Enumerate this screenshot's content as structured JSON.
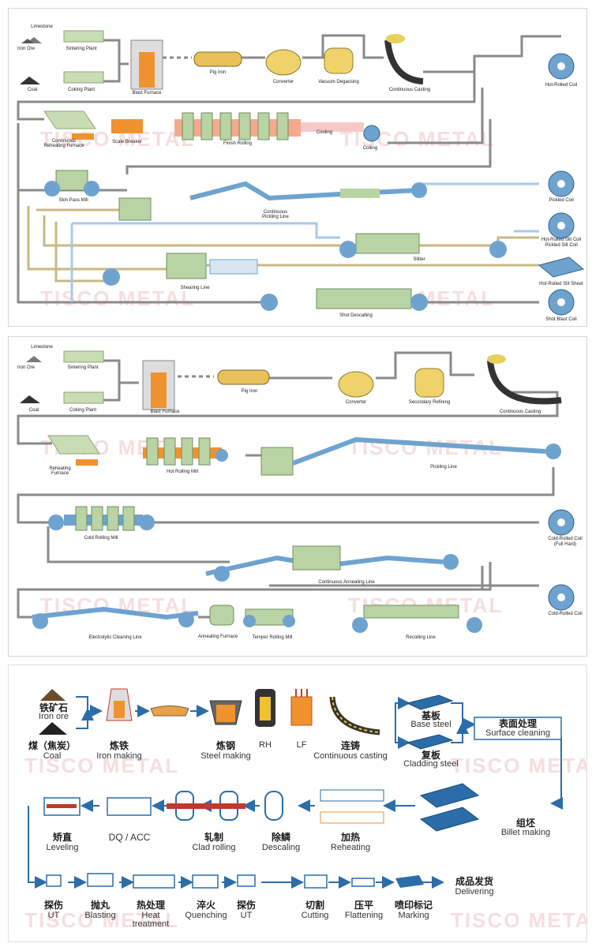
{
  "watermark": "TISCO METAL",
  "panel1": {
    "labels": {
      "limestone": "Limestone",
      "iron_ore": "Iron Ore",
      "sintering": "Sintering Plant",
      "coal": "Coal",
      "coking": "Coking Plant",
      "blast_furnace": "Blast Furnace",
      "pig_iron": "Pig Iron",
      "converter": "Converter",
      "vacuum_degassing": "Vacuum Degassing",
      "continuous_casting": "Continuous Casting",
      "hot_rolled_coil": "Hot-Rolled Coil",
      "reheating": "Continuous Reheating Furnace",
      "scale_breaker": "Scale Breaker",
      "finish_rolling": "Finish Rolling",
      "cooling": "Cooling",
      "coiling": "Coiling",
      "skin_pass": "Skin Pass Mill",
      "pickling_line": "Continuous Pickling Line",
      "pickled_coil": "Pickled Coil",
      "slit_coil_1": "Hot-Rolled Slit Coil",
      "slit_coil_2": "Pickled Slit Coil",
      "slitter": "Slitter",
      "slit_sheet": "Hot-Rolled Slit Sheet",
      "shearing": "Shearing Line",
      "shot_descaling": "Shot Descalling",
      "shot_blast_coil": "Shot Blast Coil"
    }
  },
  "panel2": {
    "labels": {
      "limestone": "Limestone",
      "iron_ore": "Iron Ore",
      "sintering": "Sintering Plant",
      "coal": "Coal",
      "coking": "Coking Plant",
      "blast_furnace": "Blast Furnace",
      "pig_iron": "Pig Iron",
      "converter": "Converter",
      "secondary_refining": "Secondary Refining",
      "continuous_casting": "Continuous Casting",
      "reheating": "Reheating Furnace",
      "hot_rolling": "Hot Rolling Mill",
      "pickling": "Pickling Line",
      "cold_rolling": "Cold Rolling Mill",
      "cold_coil_full_hard_1": "Cold-Rolled Coil",
      "cold_coil_full_hard_2": "(Full Hard)",
      "annealing_line": "Continuous Annealing Line",
      "cold_rolled_coil": "Cold-Rolled Coil",
      "electrolytic": "Electrolytic Cleaning Line",
      "annealing_furnace": "Annealing Furnace",
      "temper_rolling": "Temper Rolling Mill",
      "recoiling": "Recoiling Line"
    }
  },
  "panel3": {
    "steps": {
      "iron_ore_cn": "铁矿石",
      "iron_ore_en": "Iron ore",
      "coal_cn": "煤（焦炭）",
      "coal_en": "Coal",
      "iron_making_cn": "炼铁",
      "iron_making_en": "Iron making",
      "steel_making_cn": "炼钢",
      "steel_making_en": "Steel making",
      "rh": "RH",
      "lf": "LF",
      "casting_cn": "连铸",
      "casting_en": "Continuous casting",
      "base_steel_cn": "基板",
      "base_steel_en": "Base steel",
      "cladding_cn": "复板",
      "cladding_en": "Cladding steel",
      "surface_cn": "表面处理",
      "surface_en": "Surface cleaning",
      "billet_cn": "组坯",
      "billet_en": "Billet making",
      "reheating_cn": "加热",
      "reheating_en": "Reheating",
      "descaling_cn": "除鳞",
      "descaling_en": "Descaling",
      "clad_rolling_cn": "轧制",
      "clad_rolling_en": "Clad rolling",
      "dq_acc": "DQ / ACC",
      "leveling_cn": "矫直",
      "leveling_en": "Leveling",
      "ut1_cn": "探伤",
      "ut1_en": "UT",
      "blasting_cn": "抛丸",
      "blasting_en": "Blasting",
      "heat_cn": "热处理",
      "heat_en_1": "Heat",
      "heat_en_2": "treatment",
      "quench_cn": "淬火",
      "quench_en": "Quenching",
      "ut2_cn": "探伤",
      "ut2_en": "UT",
      "cutting_cn": "切割",
      "cutting_en": "Cutting",
      "flat_cn": "压平",
      "flat_en": "Flattening",
      "mark_cn": "喷印标记",
      "mark_en": "Marking",
      "deliver_cn": "成品发货",
      "deliver_en": "Delivering"
    }
  },
  "colors": {
    "line_grey": "#8a8a8a",
    "coil_blue": "#6ea3cf",
    "machine_green": "#b9d3a4",
    "furnace_orange": "#f0922e",
    "arrow_blue": "#2b6da8",
    "flow_gold": "#c8b882",
    "flow_lightblue": "#a9c8ea"
  }
}
